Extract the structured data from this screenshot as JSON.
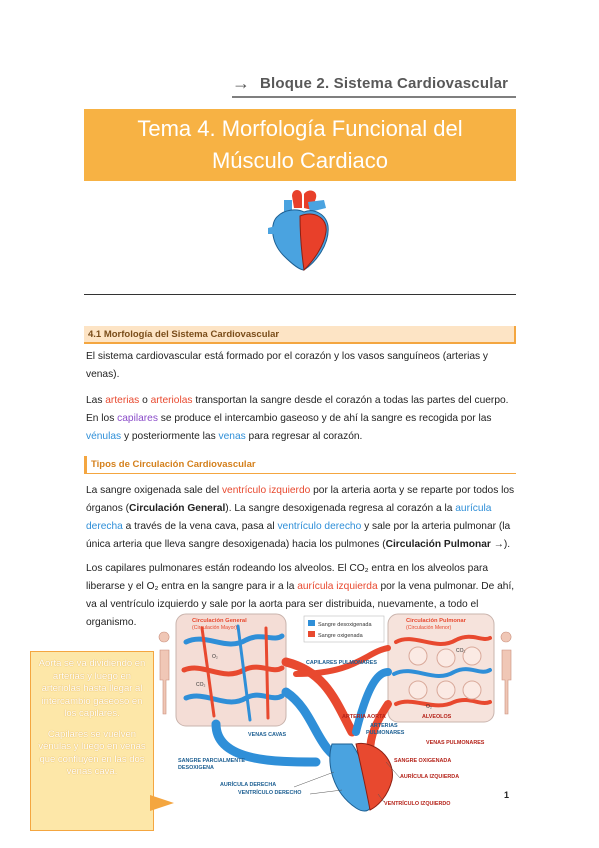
{
  "header": {
    "bloque": "Bloque 2. Sistema Cardiovascular"
  },
  "title": {
    "line1": "Tema 4.  Morfología Funcional del",
    "line2": "Músculo Cardiaco"
  },
  "sections": {
    "s1": "4.1 Morfología del Sistema Cardiovascular",
    "s2": "Tipos de Circulación Cardiovascular"
  },
  "p1": "El sistema cardiovascular está formado por el corazón y los vasos sanguíneos (arterias y venas).",
  "p2": {
    "a": "Las ",
    "arterias": "arterias",
    "b": " o ",
    "arteriolas": "arteriolas",
    "c": " transportan la sangre desde el corazón a todas las partes del cuerpo. En los ",
    "capilares": "capilares",
    "d": " se produce el intercambio gaseoso y de ahí la sangre es recogida por las ",
    "venulas": "vénulas",
    "e": " y posteriormente las ",
    "venas": "venas",
    "f": " para regresar al corazón."
  },
  "p3": {
    "a": "La sangre oxigenada sale del ",
    "vi": "ventrículo izquierdo",
    "b": " por la arteria aorta y se reparte por todos los órganos (",
    "cg": "Circulación General",
    "c": "). La sangre desoxigenada regresa al corazón a la ",
    "ad": "aurícula derecha",
    "d": " a través de la vena cava, pasa al ",
    "vd": "ventrículo derecho",
    "e": " y sale por la arteria pulmonar (la única arteria que lleva sangre desoxigenada) hacia los pulmones (",
    "cp": "Circulación Pulmonar →",
    "f": ")."
  },
  "p4": {
    "a": "Los capilares pulmonares están rodeando los alveolos. El CO₂ entra en los alveolos para liberarse y el O₂ entra en la sangre para ir a la ",
    "ai": "aurícula izquierda",
    "b": " por la vena pulmonar. De ahí, va al ventrículo izquierdo y sale por la aorta para ser distribuida, nuevamente, a todo el organismo."
  },
  "callout": {
    "c1": "Aorta se va dividiendo en arterias y luego en arteriolas hasta llegar al intercambio gaseoso en los capilares.",
    "c2": "Capilares se vuelven vénulas y luego en venas que confluyen en las dos venas cava."
  },
  "diagram": {
    "circ_general": "Circulación General",
    "circ_general_sub": "(Circulación Mayor)",
    "circ_pulmonar": "Circulación Pulmonar",
    "circ_pulmonar_sub": "(Circulación Menor)",
    "legend_deox": "Sangre desoxigenada",
    "legend_ox": "Sangre oxigenada",
    "capilares_pulmonares": "CAPILARES PULMONARES",
    "arteria_aorta": "ARTERIA AORTA",
    "arterias_pulmonares_1": "ARTERIAS",
    "arterias_pulmonares_2": "PULMONARES",
    "alveolos": "ALVEOLOS",
    "venas_cavas": "VENAS CAVAS",
    "venas_pulmonares": "VENAS PULMONARES",
    "sangre_parcial_1": "SANGRE PARCIALMENTE",
    "sangre_parcial_2": "DESOXIGENA",
    "sangre_oxigenada": "SANGRE OXIGENADA",
    "auricula_derecha": "AURÍCULA DERECHA",
    "ventriculo_derecho": "VENTRÍCULO DERECHO",
    "auricula_izquierda": "AURÍCULA IZQUIERDA",
    "ventriculo_izquierdo": "VENTRÍCULO IZQUIERDO",
    "o2": "O₂",
    "co2": "CO₂",
    "colors": {
      "deox": "#2f8fd8",
      "ox": "#e8492f"
    }
  },
  "page_number": "1"
}
